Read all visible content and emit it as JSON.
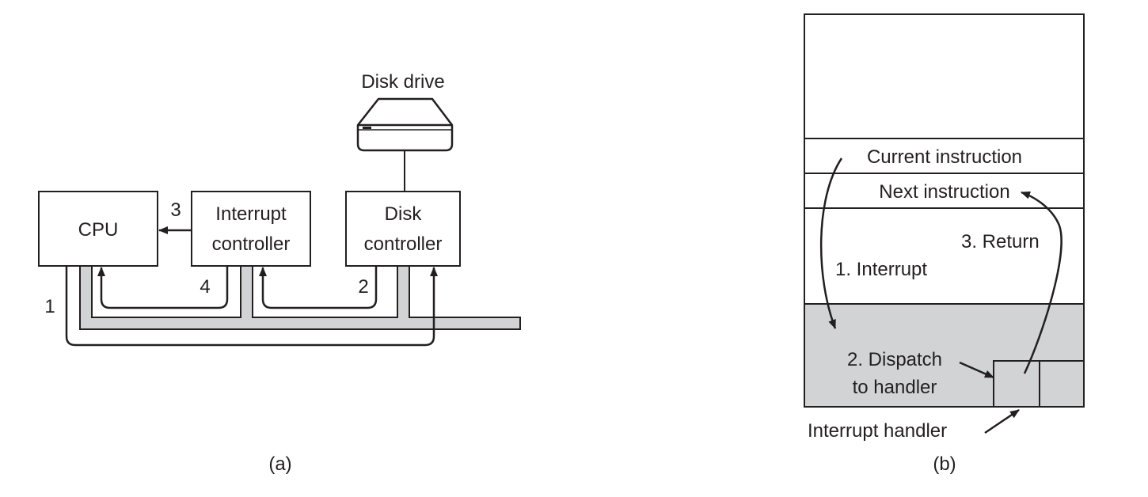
{
  "colors": {
    "ink": "#231f20",
    "bus_fill": "#d1d3d4",
    "memory_shade": "#d1d3d4",
    "background": "#ffffff"
  },
  "diagram_a": {
    "caption": "(a)",
    "cpu_label": "CPU",
    "interrupt_controller_label": [
      "Interrupt",
      "controller"
    ],
    "disk_controller_label": [
      "Disk",
      "controller"
    ],
    "disk_drive_label": "Disk drive",
    "disk_drive_icon": "disk-drive-icon",
    "step_labels": [
      "1",
      "2",
      "3",
      "4"
    ]
  },
  "diagram_b": {
    "caption": "(b)",
    "current_instruction": "Current instruction",
    "next_instruction": "Next instruction",
    "step_interrupt": "1. Interrupt",
    "step_dispatch": [
      "2. Dispatch",
      "to handler"
    ],
    "step_return": "3. Return",
    "handler_label": "Interrupt handler"
  }
}
